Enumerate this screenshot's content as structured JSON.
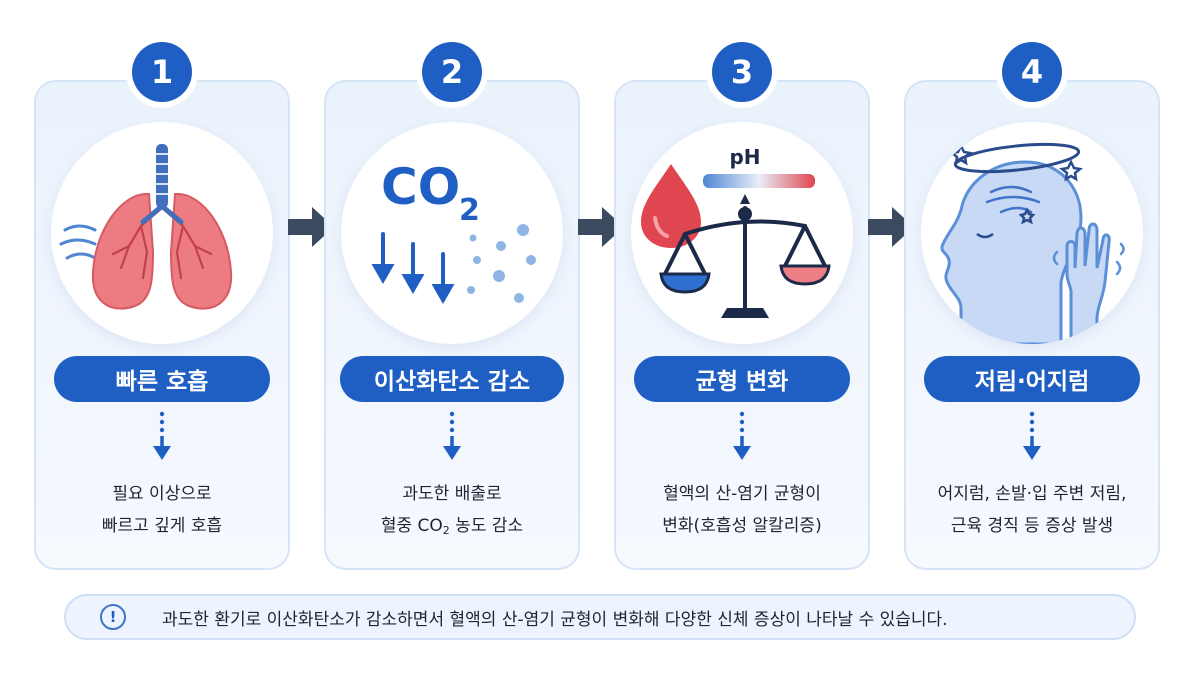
{
  "steps": [
    {
      "number": "1",
      "title": "빠른 호흡",
      "lines": [
        "필요 이상으로",
        "빠르고 깊게 호흡"
      ],
      "icon": "lungs-icon"
    },
    {
      "number": "2",
      "title": "이산화탄소 감소",
      "line1": "과도한 배출로",
      "line2_pre": "혈중 CO",
      "line2_sub": "2",
      "line2_post": " 농도 감소",
      "co2_main": "CO",
      "co2_sub": "2",
      "icon": "co2-icon"
    },
    {
      "number": "3",
      "title": "균형 변화",
      "lines": [
        "혈액의 산-염기 균형이",
        "변화(호흡성 알칼리증)"
      ],
      "ph_label": "pH",
      "icon": "balance-scale-icon"
    },
    {
      "number": "4",
      "title": "저림·어지럼",
      "lines": [
        "어지럼, 손발·입 주변 저림,",
        "근육 경직 등 증상 발생"
      ],
      "icon": "dizzy-head-icon"
    }
  ],
  "note": {
    "icon_symbol": "!",
    "text": "과도한 환기로 이산화탄소가 감소하면서 혈액의 산-염기 균형이 변화해 다양한 신체 증상이 나타날 수 있습니다."
  },
  "colors": {
    "primary": "#1f5fc4",
    "card_border": "#d6e4f7",
    "card_bg": "#eef4fd",
    "lung": "#e86a72",
    "blood": "#e0464f",
    "arrow": "#3b4a5e"
  }
}
